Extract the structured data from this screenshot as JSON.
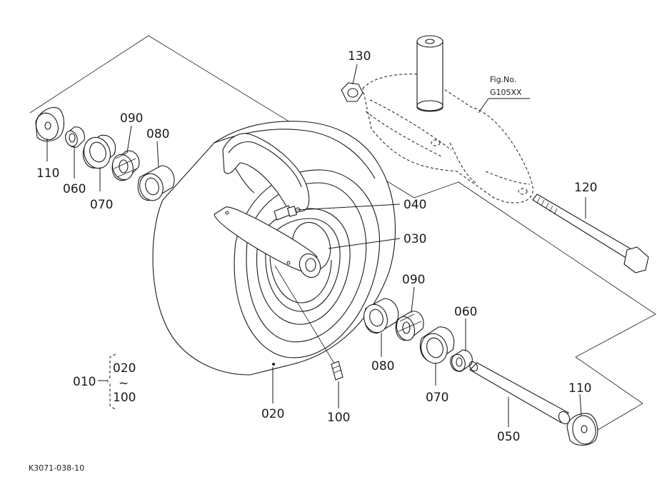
{
  "figure": {
    "fig_no_label": "Fig.No.",
    "fig_no_value": "G105XX",
    "drawing_code": "K3071-038-10"
  },
  "parts": {
    "p010": "010",
    "p020_range_start": "020",
    "p020_range_tilde": "~",
    "p020_range_end": "100",
    "p020": "020",
    "p030": "030",
    "p040": "040",
    "p050": "050",
    "p060_left": "060",
    "p060_right": "060",
    "p070_left": "070",
    "p070_right": "070",
    "p080_left": "080",
    "p080_right": "080",
    "p090_left": "090",
    "p090_right": "090",
    "p100": "100",
    "p110_left": "110",
    "p110_right": "110",
    "p120": "120",
    "p130": "130"
  }
}
